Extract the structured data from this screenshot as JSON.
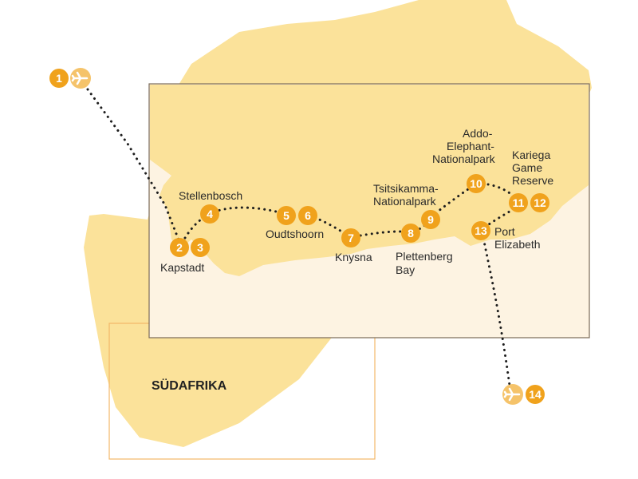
{
  "colors": {
    "land": "#fbe29a",
    "inset_land": "#f6d17c",
    "inset_bg": "#fdf3e2",
    "marker": "#f0a21c",
    "plane_marker": "#f5c36a",
    "route": "#1e1e1e",
    "frame": "#7a6a58",
    "overview_frame": "#f2b768"
  },
  "country": {
    "label": "SÜDAFRIKA"
  },
  "stops": [
    {
      "num": "1",
      "type": "flight",
      "icon": "airplane-icon"
    },
    {
      "num": "2",
      "label": ""
    },
    {
      "num": "3",
      "label": "Kapstadt"
    },
    {
      "num": "4",
      "label": "Stellenbosch"
    },
    {
      "num": "5",
      "label": ""
    },
    {
      "num": "6",
      "label": "Oudtshoorn"
    },
    {
      "num": "7",
      "label": "Knysna"
    },
    {
      "num": "8",
      "label_lines": [
        "Plettenberg",
        "Bay"
      ]
    },
    {
      "num": "9",
      "label_lines": [
        "Tsitsikamma-",
        "Nationalpark"
      ]
    },
    {
      "num": "10",
      "label_lines": [
        "Addo-",
        "Elephant-",
        "Nationalpark"
      ]
    },
    {
      "num": "11",
      "label": ""
    },
    {
      "num": "12",
      "label_lines": [
        "Kariega",
        "Game",
        "Reserve"
      ]
    },
    {
      "num": "13",
      "label_lines": [
        "Port",
        "Elizabeth"
      ]
    },
    {
      "num": "14",
      "type": "flight",
      "icon": "airplane-icon"
    }
  ],
  "labels": {
    "kapstadt": "Kapstadt",
    "stellenbosch": "Stellenbosch",
    "oudtshoorn": "Oudtshoorn",
    "knysna": "Knysna",
    "plettenberg_1": "Plettenberg",
    "plettenberg_2": "Bay",
    "tsitsikamma_1": "Tsitsikamma-",
    "tsitsikamma_2": "Nationalpark",
    "addo_1": "Addo-",
    "addo_2": "Elephant-",
    "addo_3": "Nationalpark",
    "kariega_1": "Kariega",
    "kariega_2": "Game",
    "kariega_3": "Reserve",
    "port_1": "Port",
    "port_2": "Elizabeth"
  }
}
